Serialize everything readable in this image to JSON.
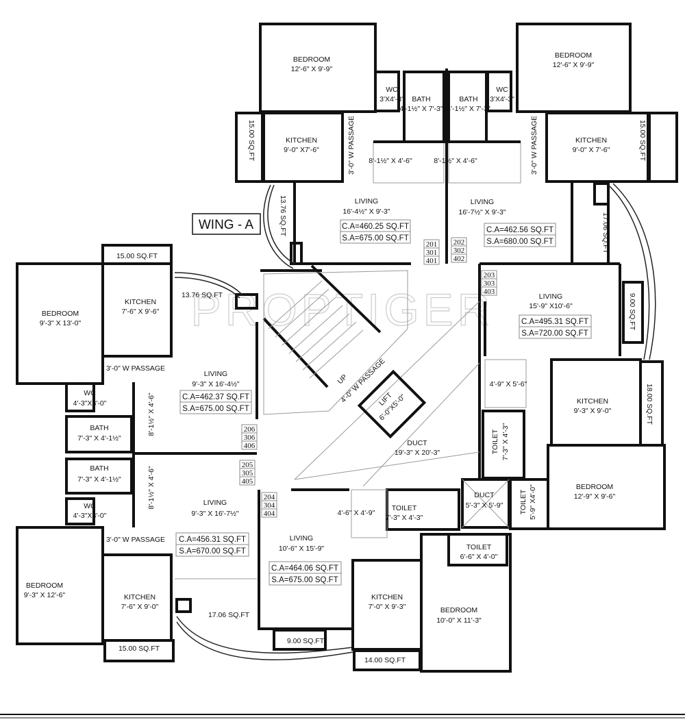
{
  "watermark": "PROPTIGER",
  "wing_label": "WING - A",
  "rooms": {
    "br_tl": {
      "name": "BEDROOM",
      "size": "12'-6\" X 9'-9\""
    },
    "br_tr": {
      "name": "BEDROOM",
      "size": "12'-6\" X 9'-9\""
    },
    "wc_tl": {
      "name": "WC",
      "size": "3'X4'-3\""
    },
    "wc_tr": {
      "name": "WC",
      "size": "3'X4'-3\""
    },
    "bath_tl": {
      "name": "BATH",
      "size": "4'-1½\" X 7'-3\""
    },
    "bath_tr": {
      "name": "BATH",
      "size": "4'-1½\" X 7'-3\""
    },
    "k_tl": {
      "name": "KITCHEN",
      "size": "9'-0\" X7'-6\""
    },
    "k_tr": {
      "name": "KITCHEN",
      "size": "9'-0\" X 7'-6\""
    },
    "pass_tl": "3'-0\" W PASSAGE",
    "pass_tr": "3'-0\" W PASSAGE",
    "lobby_tl": "8'-1½\" X 4'-6\"",
    "lobby_tr": "8'-1½\" X 4'-6\"",
    "liv_tl": {
      "name": "LIVING",
      "size": "16'-4½\" X 9'-3\""
    },
    "liv_tr": {
      "name": "LIVING",
      "size": "16'-7½\" X 9'-3\""
    },
    "br_l": {
      "name": "BEDROOM",
      "size": "9'-3\" X 13'-0\""
    },
    "k_l": {
      "name": "KITCHEN",
      "size": "7'-6\" X 9'-6\""
    },
    "pass_l": "3'-0\" W PASSAGE",
    "liv_l": {
      "name": "LIVING",
      "size": "9'-3\" X 16'-4½\""
    },
    "wc_l": {
      "name": "WC",
      "size": "4'-3\"X3'-0\""
    },
    "bath_l": {
      "name": "BATH",
      "size": "7'-3\" X 4'-1½\""
    },
    "lobby_l": "8'-1½\" X 4'-6\"",
    "bath_l2": {
      "name": "BATH",
      "size": "7'-3\" X 4'-1½\""
    },
    "lobby_l2": "8'-1½\" X 4'-6\"",
    "wc_l2": {
      "name": "WC",
      "size": "4'-3\"X3'-0\""
    },
    "liv_l2": {
      "name": "LIVING",
      "size": "9'-3\" X 16'-7½\""
    },
    "pass_l2": "3'-0\" W PASSAGE",
    "br_bl": {
      "name": "BEDROOM",
      "size": "9'-3\" X 12'-6\""
    },
    "k_bl": {
      "name": "KITCHEN",
      "size": "7'-6\" X 9'-0\""
    },
    "liv_b": {
      "name": "LIVING",
      "size": "10'-6\" X 15'-9\""
    },
    "k_b": {
      "name": "KITCHEN",
      "size": "7'-0\" X 9'-3\""
    },
    "br_b": {
      "name": "BEDROOM",
      "size": "10'-0\" X 11'-3\""
    },
    "toilet_b": {
      "name": "TOILET",
      "size": "6'-6\" X 4'-0\""
    },
    "liv_r": {
      "name": "LIVING",
      "size": "15'-9\" X10'-6\""
    },
    "lobby_r": "4'-9\" X 5'-6\"",
    "k_r": {
      "name": "KITCHEN",
      "size": "9'-3\" X 9'-0\""
    },
    "toilet_r": {
      "name": "TOILET",
      "size": "7'-3\" X 4'-3\""
    },
    "br_r": {
      "name": "BEDROOM",
      "size": "12'-9\" X 9'-6\""
    },
    "toilet_r2": {
      "name": "TOILET",
      "size": "5'-9\" X4'-0\""
    },
    "duct_s": {
      "name": "DUCT",
      "size": "5'-3\" X 5'-9\""
    },
    "toilet_c": {
      "name": "TOILET",
      "size": "7'-3\" X 4'-3\""
    },
    "lobby_c": "4'-6\" X 4'-9\"",
    "duct": {
      "name": "DUCT",
      "size": "19'-3\" X 20'-3\""
    },
    "lift": {
      "name": "LIFT",
      "size": "6'-0\"X5'-0\""
    },
    "up": "UP",
    "pass_c": "4'-0\" W PASSAGE"
  },
  "balconies": {
    "tl_side": "15.00 SQ.FT",
    "tr_side": "15.00 SQ.FT",
    "tl_curve": "13.76 SQ.FT",
    "tr_curve": "17.06 SQ.FT",
    "l_top": "15.00 SQ.FT",
    "l_curve": "13.76 SQ.FT",
    "r_side": "9.00 SQ.FT",
    "r_kitchen": "18.00 SQ.FT",
    "bl_curve": "17.06 SQ.FT",
    "bl_bottom": "15.00 SQ.FT",
    "b_living": "9.00 SQ.FT",
    "b_kitchen": "14.00 SQ.FT"
  },
  "areas": {
    "tl": {
      "ca": "C.A=460.25 SQ.FT",
      "sa": "S.A=675.00 SQ.FT"
    },
    "tr": {
      "ca": "C.A=462.56 SQ.FT",
      "sa": "S.A=680.00 SQ.FT"
    },
    "l": {
      "ca": "C.A=462.37 SQ.FT",
      "sa": "S.A=675.00 SQ.FT"
    },
    "l2": {
      "ca": "C.A=456.31 SQ.FT",
      "sa": "S.A=670.00 SQ.FT"
    },
    "b": {
      "ca": "C.A=464.06 SQ.FT",
      "sa": "S.A=675.00 SQ.FT"
    },
    "r": {
      "ca": "C.A=495.31 SQ.FT",
      "sa": "S.A=720.00 SQ.FT"
    }
  },
  "flats": {
    "u1": [
      "201",
      "301",
      "401"
    ],
    "u2": [
      "202",
      "302",
      "402"
    ],
    "u3": [
      "203",
      "303",
      "403"
    ],
    "u4": [
      "204",
      "304",
      "404"
    ],
    "u5": [
      "205",
      "305",
      "405"
    ],
    "u6": [
      "206",
      "306",
      "406"
    ]
  }
}
